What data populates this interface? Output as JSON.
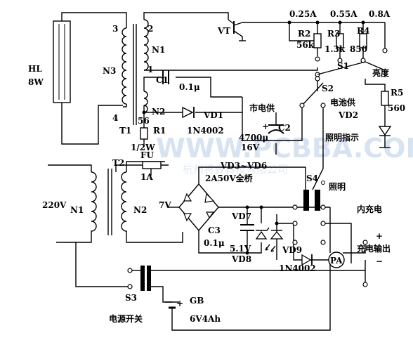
{
  "watermark": {
    "main": "WWW.PCBBA.COM",
    "sub": "杭州将睿科技有限公司"
  },
  "lamp": {
    "ref": "HL",
    "rating": "8W"
  },
  "transformer_t1": {
    "ref": "T1",
    "windings": {
      "n3": "N3",
      "n1": "N1",
      "n2": "N2"
    },
    "pins": [
      "3",
      "2",
      "1",
      "4"
    ]
  },
  "transistor": {
    "ref": "VT"
  },
  "current_taps": {
    "a": "0.25A",
    "b": "0.55A",
    "c": "0.8A"
  },
  "resistors": {
    "r2": {
      "ref": "R2",
      "value": "56k"
    },
    "r3": {
      "ref": "R3",
      "value": "1.3k"
    },
    "r4": {
      "ref": "R4",
      "value": "850"
    },
    "r5": {
      "ref": "R5",
      "value": "560"
    },
    "r1": {
      "ref": "R1",
      "value": "56",
      "rating": "1/2W"
    }
  },
  "switches": {
    "s1": "S1",
    "s2": "S2",
    "s3": "S3",
    "s4": "S4"
  },
  "brightness": "亮度",
  "capacitors": {
    "c1": {
      "ref": "C1",
      "value": "0.1μ"
    },
    "c2": {
      "ref": "C2",
      "value": "4700μ",
      "voltage": "16V"
    },
    "c3": {
      "ref": "C3",
      "value": "0.1μ"
    }
  },
  "mains_supply": "市电供",
  "battery_supply": "电池供",
  "diodes": {
    "vd1": {
      "ref": "VD1",
      "part": "1N4002"
    },
    "vd2": "VD2",
    "vd7": "VD7",
    "vd8": {
      "ref": "VD8",
      "voltage": "5.1V"
    },
    "vd9": {
      "ref": "VD9",
      "part": "1N4002"
    }
  },
  "light_indicator": "照明指示",
  "fuse": {
    "ref": "FU",
    "rating": "1A"
  },
  "transformer_t2": {
    "ref": "T2",
    "windings": {
      "n1": "N1",
      "n2": "N2"
    },
    "secondary_voltage": "7V"
  },
  "bridge": {
    "refs": "VD3~VD6",
    "spec": "2A50V全桥"
  },
  "mains_voltage": "220V",
  "lighting": "照明",
  "internal_charge": "内充电",
  "charge_output": "充电输出",
  "plus": "+",
  "minus": "−",
  "ammeter": "PA",
  "battery": {
    "ref": "GB",
    "spec": "6V4Ah"
  },
  "power_switch": "电源开关"
}
